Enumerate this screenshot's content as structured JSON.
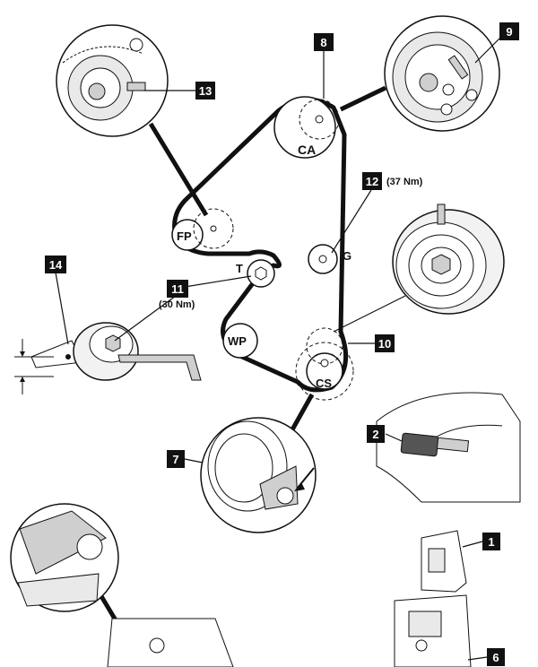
{
  "colors": {
    "ink": "#111111",
    "paper": "#ffffff",
    "shade": "#cfcfcf",
    "light": "#e9e9e9"
  },
  "pulleys": {
    "ca": "CA",
    "fp": "FP",
    "t": "T",
    "g": "G",
    "wp": "WP",
    "cs": "CS"
  },
  "callouts": {
    "n1": "1",
    "n2": "2",
    "n6": "6",
    "n7": "7",
    "n8": "8",
    "n9": "9",
    "n10": "10",
    "n11": "11",
    "n12": "12",
    "n13": "13",
    "n14": "14"
  },
  "torques": {
    "t12": "(37 Nm)",
    "t11": "(30 Nm)"
  }
}
